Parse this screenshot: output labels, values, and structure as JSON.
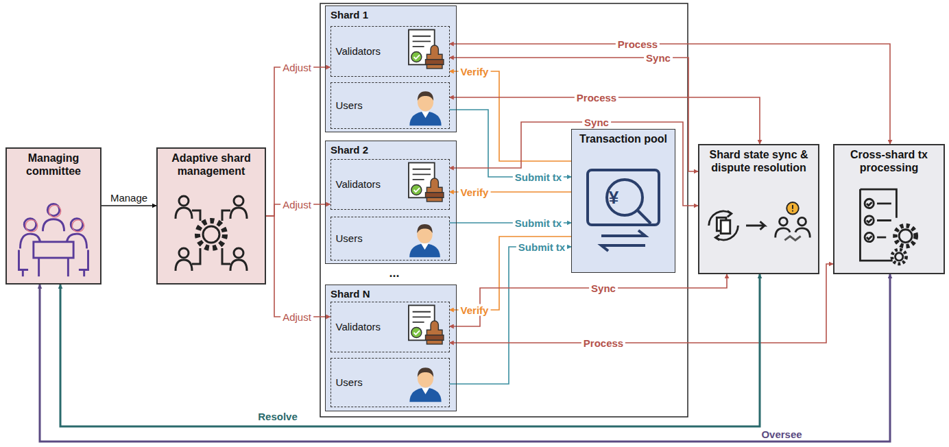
{
  "diagram": {
    "nodes": [
      {
        "text": [
          "Managing committee"
        ]
      },
      {
        "text": [
          "Adaptive shard management"
        ]
      },
      {
        "text": [
          "Shard 1"
        ]
      },
      {
        "text": [
          "Validators"
        ],
        "in": 2
      },
      {
        "text": [
          "Users"
        ],
        "in": 2
      },
      {
        "text": [
          "Shard 2"
        ]
      },
      {
        "text": [
          "Validators"
        ],
        "in": 5
      },
      {
        "text": [
          "Users"
        ],
        "in": 5
      },
      {
        "text": [
          "Shard N"
        ]
      },
      {
        "text": [
          "Validators"
        ],
        "in": 8
      },
      {
        "text": [
          "Users"
        ],
        "in": 8
      },
      {
        "text": [
          "Transaction pool"
        ]
      },
      {
        "text": [
          "Shard state sync & dispute resolution"
        ]
      },
      {
        "text": [
          "Cross-shard tx processing"
        ]
      }
    ],
    "edges": [
      {
        "from": 0,
        "to": 1,
        "label": "Manage",
        "arrow": "to"
      },
      {
        "from": 1,
        "to": 3,
        "label": "Adjust",
        "arrow": "to"
      },
      {
        "from": 1,
        "to": 6,
        "label": "Adjust",
        "arrow": "to"
      },
      {
        "from": 1,
        "to": 9,
        "label": "Adjust",
        "arrow": "to"
      },
      {
        "from": 4,
        "to": 11,
        "label": "Submit tx",
        "arrow": "to"
      },
      {
        "from": 7,
        "to": 11,
        "label": "Submit tx",
        "arrow": "to"
      },
      {
        "from": 10,
        "to": 11,
        "label": "Submit tx",
        "arrow": "to"
      },
      {
        "from": 11,
        "to": 3,
        "label": "Verify",
        "arrow": "to"
      },
      {
        "from": 11,
        "to": 6,
        "label": "Verify",
        "arrow": "to"
      },
      {
        "from": 11,
        "to": 9,
        "label": "Verify",
        "arrow": "to"
      },
      {
        "from": 13,
        "to": 3,
        "label": "Process",
        "arrow": "both"
      },
      {
        "from": 12,
        "to": 3,
        "label": "Sync",
        "arrow": "both"
      },
      {
        "from": 4,
        "to": 12,
        "label": "Process",
        "arrow": "both"
      },
      {
        "from": 12,
        "to": 6,
        "label": "Sync",
        "arrow": "both"
      },
      {
        "from": 12,
        "to": 9,
        "label": "Sync",
        "arrow": "both"
      },
      {
        "from": 13,
        "to": 9,
        "label": "Process",
        "arrow": "both"
      },
      {
        "from": 12,
        "to": 0,
        "label": "Resolve",
        "arrow": "both"
      },
      {
        "from": 13,
        "to": 0,
        "label": "Oversee",
        "arrow": "both"
      }
    ],
    "labels": [
      "...",
      "¥"
    ]
  }
}
